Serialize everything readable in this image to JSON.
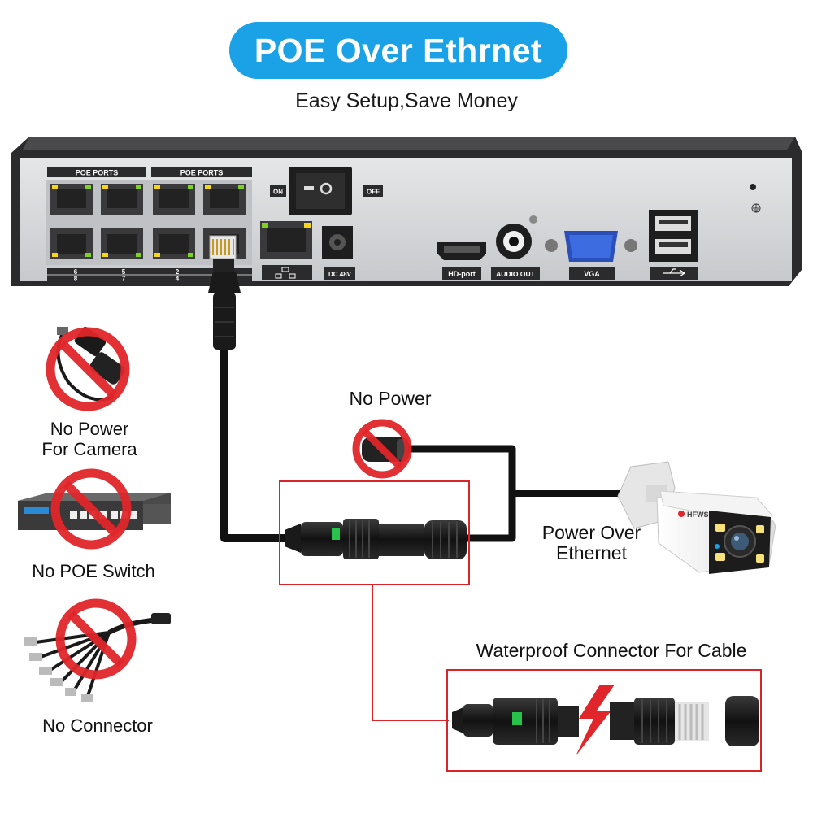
{
  "header": {
    "title": "POE Over Ethrnet",
    "subtitle": "Easy Setup,Save Money"
  },
  "nvr_panel": {
    "poe_port_group_labels": [
      "POE PORTS",
      "POE PORTS"
    ],
    "port_numbers_top": [
      "6",
      "5",
      "2"
    ],
    "port_numbers_bottom": [
      "8",
      "7",
      "4"
    ],
    "switch_on_label": "ON",
    "switch_off_label": "OFF",
    "power_jack_label": "DC 48V",
    "hdmi_label": "HD-port",
    "audio_label": "AUDIO OUT",
    "vga_label": "VGA"
  },
  "labels": {
    "no_power_camera": [
      "No Power",
      "For Camera"
    ],
    "no_poe_switch": "No POE Switch",
    "no_connector": "No Connector",
    "no_power": "No Power",
    "power_over_ethernet": [
      "Power Over",
      "Ethernet"
    ],
    "waterproof_connector": "Waterproof Connector For Cable",
    "camera_brand": "HFWS"
  },
  "colors": {
    "accent_blue": "#1aa1e6",
    "prohibit_red": "#e0262a",
    "highlight_box": "#d9252a",
    "nvr_body": "#2b2b2d",
    "panel_silver": "#d4d6d9"
  }
}
